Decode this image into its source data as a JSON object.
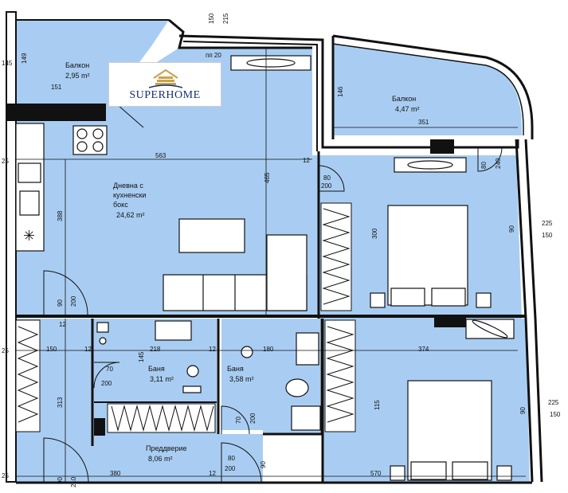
{
  "colors": {
    "room_fill": "#a9cdf2",
    "wall": "#111111",
    "wall_fill": "#ffffff",
    "logo_gold": "#c9a24b",
    "logo_blue": "#1a2f6e"
  },
  "logo": {
    "text": "SUPERHOME",
    "mark_icon": "stacked-house-icon"
  },
  "rooms": {
    "balcony_left": {
      "name": "Балкон",
      "area": "2,95 m²"
    },
    "balcony_right": {
      "name": "Балкон",
      "area": "4,47 m²"
    },
    "living": {
      "name_line1": "Дневна с",
      "name_line2": "кухненски",
      "name_line3": "бокс",
      "area": "24,62 m²"
    },
    "bath1": {
      "name": "Баня",
      "area": "3,11 m²"
    },
    "bath2": {
      "name": "Баня",
      "area": "3,58 m²"
    },
    "hall": {
      "name": "Преддверие",
      "area": "8,06 m²"
    }
  },
  "dims": {
    "top_150": "150",
    "top_215": "215",
    "top_149": "149",
    "d_151": "151",
    "d_145": "145",
    "d_pp20": "пп 20",
    "d_146": "146",
    "d_351": "351",
    "d_563": "563",
    "d_12a": "12",
    "d_80a": "80",
    "d_200a": "200",
    "d_465": "465",
    "d_388": "388",
    "d_300": "300",
    "d_225a": "225",
    "d_150a": "150",
    "d_90a": "90",
    "d_200b": "200",
    "d_90c": "90",
    "d_12b": "12",
    "d_150b": "150",
    "d_12c": "12",
    "d_218": "218",
    "d_12d": "12",
    "d_180": "180",
    "d_374": "374",
    "d_145b": "145",
    "d_70a": "70",
    "d_200c": "200",
    "d_313": "313",
    "d_70b": "70",
    "d_200d": "200",
    "d_225b": "225",
    "d_150c": "150",
    "d_80b": "80",
    "d_200e": "200",
    "d_90d": "90",
    "d_210": "210",
    "d_380": "380",
    "d_12e": "12",
    "d_570": "570",
    "d_80c": "80",
    "d_240": "240",
    "d_90e": "90",
    "d_115": "115",
    "d_25a": "25",
    "d_25b": "25",
    "d_25c": "25",
    "d_90f": "90"
  }
}
